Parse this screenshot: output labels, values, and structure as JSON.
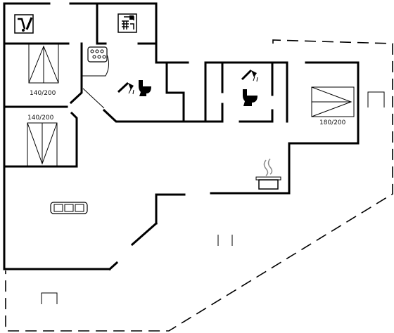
{
  "rooms": {
    "bed_1": {
      "label": "140/200"
    },
    "bed_2": {
      "label": "140/200"
    },
    "bed_3": {
      "label": "180/200"
    }
  },
  "icons": {
    "icon_1": "sauna-icon",
    "icon_2": "shower-room-icon",
    "icon_3": "stove-icon",
    "icon_4": "shower-icon",
    "icon_5": "toilet-icon",
    "icon_6": "cooking-pot-icon",
    "icon_7": "sofa-icon"
  }
}
